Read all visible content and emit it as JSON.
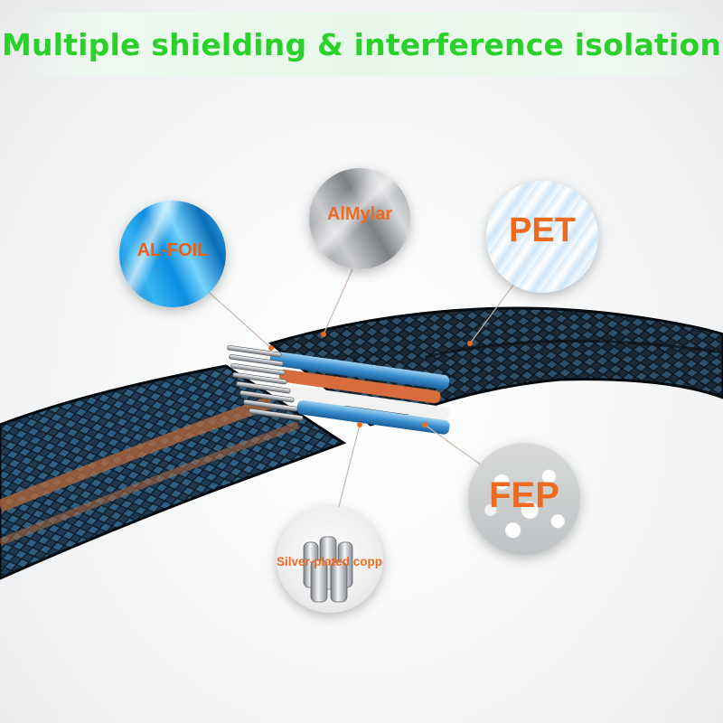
{
  "title": "Multiple shielding & interference isolation",
  "callouts": {
    "al_foil": "AL-FOIL",
    "almylar": "AlMylar",
    "pet": "PET",
    "fep": "FEP",
    "silver_copper": "Silver-plated copper"
  },
  "colors": {
    "title": "#2bd12b",
    "label": "#ee6a1f",
    "leader_dot": "#ee6a1f"
  }
}
